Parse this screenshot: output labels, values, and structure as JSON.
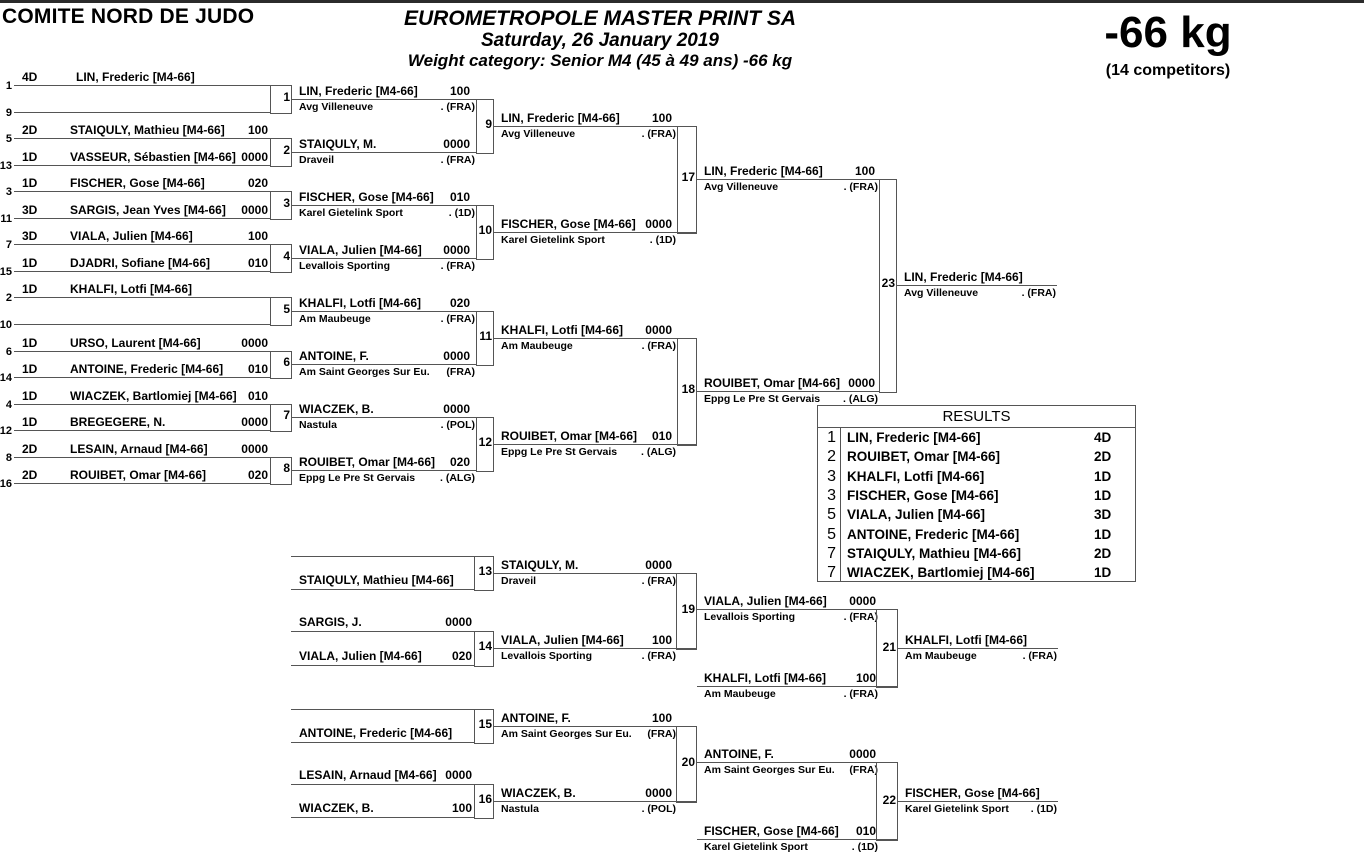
{
  "header": {
    "organization": "COMITE NORD DE JUDO",
    "event_title": "EUROMETROPOLE MASTER PRINT SA",
    "event_date": "Saturday, 26 January 2019",
    "weight_category": "Weight category: Senior M4 (45 à 49 ans) -66 kg",
    "weight_label": "-66 kg",
    "competitor_count": "(14 competitors)"
  },
  "first_round": [
    {
      "seed": "1",
      "grade": "4D",
      "name": "LIN, Frederic [M4-66]",
      "score": ""
    },
    {
      "seed": "9",
      "grade": "",
      "name": "",
      "score": ""
    },
    {
      "seed": "5",
      "grade": "2D",
      "name": "STAIQULY, Mathieu [M4-66]",
      "score": "100"
    },
    {
      "seed": "13",
      "grade": "1D",
      "name": "VASSEUR, Sébastien [M4-66]",
      "score": "0000"
    },
    {
      "seed": "3",
      "grade": "1D",
      "name": "FISCHER, Gose [M4-66]",
      "score": "020"
    },
    {
      "seed": "11",
      "grade": "3D",
      "name": "SARGIS, Jean Yves [M4-66]",
      "score": "0000"
    },
    {
      "seed": "7",
      "grade": "3D",
      "name": "VIALA, Julien [M4-66]",
      "score": "100"
    },
    {
      "seed": "15",
      "grade": "1D",
      "name": "DJADRI, Sofiane [M4-66]",
      "score": "010"
    },
    {
      "seed": "2",
      "grade": "1D",
      "name": "KHALFI, Lotfi [M4-66]",
      "score": ""
    },
    {
      "seed": "10",
      "grade": "",
      "name": "",
      "score": ""
    },
    {
      "seed": "6",
      "grade": "1D",
      "name": "URSO, Laurent [M4-66]",
      "score": "0000"
    },
    {
      "seed": "14",
      "grade": "1D",
      "name": "ANTOINE, Frederic [M4-66]",
      "score": "010"
    },
    {
      "seed": "4",
      "grade": "1D",
      "name": "WIACZEK, Bartlomiej [M4-66]",
      "score": "010"
    },
    {
      "seed": "12",
      "grade": "1D",
      "name": "BREGEGERE, N.",
      "score": "0000"
    },
    {
      "seed": "8",
      "grade": "2D",
      "name": "LESAIN, Arnaud [M4-66]",
      "score": "0000"
    },
    {
      "seed": "16",
      "grade": "2D",
      "name": "ROUIBET, Omar [M4-66]",
      "score": "020"
    }
  ],
  "matches": {
    "m1": {
      "number": "1",
      "winner": "LIN, Frederic [M4-66]",
      "score": "100",
      "club": "Avg Villeneuve",
      "nation": ". (FRA)"
    },
    "m2": {
      "number": "2",
      "winner": "STAIQULY, M.",
      "score": "0000",
      "club": "Draveil",
      "nation": ". (FRA)"
    },
    "m3": {
      "number": "3",
      "winner": "FISCHER, Gose [M4-66]",
      "score": "010",
      "club": "Karel Gietelink Sport",
      "nation": ". (1D)"
    },
    "m4": {
      "number": "4",
      "winner": "VIALA, Julien [M4-66]",
      "score": "0000",
      "club": "Levallois Sporting",
      "nation": ". (FRA)"
    },
    "m5": {
      "number": "5",
      "winner": "KHALFI, Lotfi [M4-66]",
      "score": "020",
      "club": "Am Maubeuge",
      "nation": ". (FRA)"
    },
    "m6": {
      "number": "6",
      "winner": "ANTOINE, F.",
      "score": "0000",
      "club": "Am Saint Georges Sur Eu.",
      "nation": "(FRA)"
    },
    "m7": {
      "number": "7",
      "winner": "WIACZEK, B.",
      "score": "0000",
      "club": "Nastula",
      "nation": ". (POL)"
    },
    "m8": {
      "number": "8",
      "winner": "ROUIBET, Omar [M4-66]",
      "score": "020",
      "club": "Eppg Le Pre St Gervais",
      "nation": ". (ALG)"
    },
    "m9": {
      "number": "9",
      "winner": "LIN, Frederic [M4-66]",
      "score": "100",
      "club": "Avg Villeneuve",
      "nation": ". (FRA)"
    },
    "m10": {
      "number": "10",
      "winner": "FISCHER, Gose [M4-66]",
      "score": "0000",
      "club": "Karel Gietelink Sport",
      "nation": ". (1D)"
    },
    "m11": {
      "number": "11",
      "winner": "KHALFI, Lotfi [M4-66]",
      "score": "0000",
      "club": "Am Maubeuge",
      "nation": ". (FRA)"
    },
    "m12": {
      "number": "12",
      "winner": "ROUIBET, Omar [M4-66]",
      "score": "010",
      "club": "Eppg Le Pre St Gervais",
      "nation": ". (ALG)"
    },
    "m17": {
      "number": "17",
      "winner": "LIN, Frederic [M4-66]",
      "score": "100",
      "club": "Avg Villeneuve",
      "nation": ". (FRA)"
    },
    "m18": {
      "number": "18",
      "winner": "ROUIBET, Omar [M4-66]",
      "score": "0000",
      "club": "Eppg Le Pre St Gervais",
      "nation": ". (ALG)"
    },
    "m23": {
      "number": "23",
      "winner": "LIN, Frederic [M4-66]",
      "score": "",
      "club": "Avg Villeneuve",
      "nation": ". (FRA)"
    },
    "m13": {
      "number": "13",
      "winner": "STAIQULY, M.",
      "score": "0000",
      "club": "Draveil",
      "nation": ". (FRA)"
    },
    "m14": {
      "number": "14",
      "winner": "VIALA, Julien [M4-66]",
      "score": "100",
      "club": "Levallois Sporting",
      "nation": ". (FRA)"
    },
    "m15": {
      "number": "15",
      "winner": "ANTOINE, F.",
      "score": "100",
      "club": "Am Saint Georges Sur Eu.",
      "nation": "(FRA)"
    },
    "m16": {
      "number": "16",
      "winner": "WIACZEK, B.",
      "score": "0000",
      "club": "Nastula",
      "nation": ". (POL)"
    },
    "m19": {
      "number": "19",
      "winner": "VIALA, Julien [M4-66]",
      "score": "0000",
      "club": "Levallois Sporting",
      "nation": ". (FRA)"
    },
    "m19b": {
      "number": "",
      "winner": "KHALFI, Lotfi [M4-66]",
      "score": "100",
      "club": "Am Maubeuge",
      "nation": ". (FRA)"
    },
    "m20": {
      "number": "20",
      "winner": "ANTOINE, F.",
      "score": "0000",
      "club": "Am Saint Georges Sur Eu.",
      "nation": "(FRA)"
    },
    "m20b": {
      "number": "",
      "winner": "FISCHER, Gose [M4-66]",
      "score": "010",
      "club": "Karel Gietelink Sport",
      "nation": ". (1D)"
    },
    "m21": {
      "number": "21",
      "winner": "KHALFI, Lotfi [M4-66]",
      "score": "",
      "club": "Am Maubeuge",
      "nation": ". (FRA)"
    },
    "m22": {
      "number": "22",
      "winner": "FISCHER, Gose [M4-66]",
      "score": "",
      "club": "Karel Gietelink Sport",
      "nation": ". (1D)"
    }
  },
  "repechage_entries": [
    {
      "name": "",
      "score": ""
    },
    {
      "name": "STAIQULY, Mathieu [M4-66]",
      "score": ""
    },
    {
      "name": "SARGIS, J.",
      "score": "0000"
    },
    {
      "name": "VIALA, Julien [M4-66]",
      "score": "020"
    },
    {
      "name": "",
      "score": ""
    },
    {
      "name": "ANTOINE, Frederic [M4-66]",
      "score": ""
    },
    {
      "name": "LESAIN, Arnaud [M4-66]",
      "score": "0000"
    },
    {
      "name": "WIACZEK, B.",
      "score": "100"
    }
  ],
  "results": {
    "title": "RESULTS",
    "rows": [
      {
        "place": "1",
        "name": "LIN, Frederic [M4-66]",
        "grade": "4D"
      },
      {
        "place": "2",
        "name": "ROUIBET, Omar [M4-66]",
        "grade": "2D"
      },
      {
        "place": "3",
        "name": "KHALFI, Lotfi [M4-66]",
        "grade": "1D"
      },
      {
        "place": "3",
        "name": "FISCHER, Gose [M4-66]",
        "grade": "1D"
      },
      {
        "place": "5",
        "name": "VIALA, Julien [M4-66]",
        "grade": "3D"
      },
      {
        "place": "5",
        "name": "ANTOINE, Frederic [M4-66]",
        "grade": "1D"
      },
      {
        "place": "7",
        "name": "STAIQULY, Mathieu [M4-66]",
        "grade": "2D"
      },
      {
        "place": "7",
        "name": "WIACZEK, Bartlomiej [M4-66]",
        "grade": "1D"
      }
    ]
  }
}
